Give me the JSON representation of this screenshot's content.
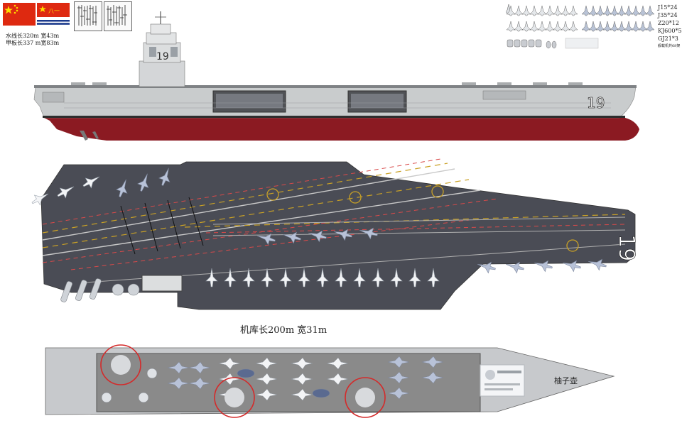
{
  "dimensions": {
    "waterline": "水线长320m 宽43m",
    "deck": "甲板长337 m宽83m"
  },
  "hull_number": "19",
  "hangar_caption": "机库长200m 宽31m",
  "author_sign": "柚子壶",
  "air_wing": [
    "J15*24",
    "J35*24",
    "Z20*12",
    "KJ600*5",
    "GJ21*3"
  ],
  "air_wing_note": "舰载机共68架",
  "colors": {
    "hull_grey": "#c9cccd",
    "hull_red": "#8b1a22",
    "deck_grey": "#4a4c55",
    "hangar_grey": "#8a8a8a",
    "highlight_circle": "#d42a2a"
  },
  "icons": {
    "prc_flag": "flag-cn-icon",
    "navy_flag": "flag-plan-icon",
    "calligraphy": "calligraphy-plate-icon"
  }
}
